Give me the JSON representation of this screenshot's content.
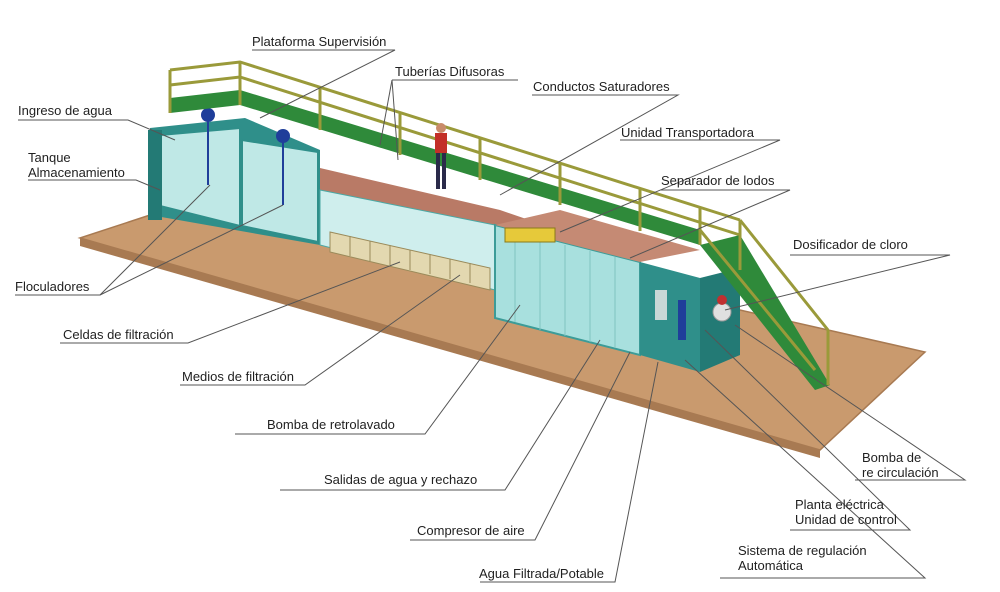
{
  "labels": {
    "plataforma": "Plataforma Supervisión",
    "tuberias": "Tuberías Difusoras",
    "ingreso": "Ingreso de agua",
    "conductos": "Conductos Saturadores",
    "tanque_1": "Tanque",
    "tanque_2": "Almacenamiento",
    "unidad_transportadora": "Unidad Transportadora",
    "separador": "Separador de lodos",
    "dosificador": "Dosificador de cloro",
    "floculadores": "Floculadores",
    "celdas": "Celdas de filtración",
    "medios": "Medios de filtración",
    "bomba_retrolavado": "Bomba de retrolavado",
    "bomba_recirculacion_1": "Bomba de",
    "bomba_recirculacion_2": "re circulación",
    "salidas": "Salidas de agua y rechazo",
    "planta_1": "Planta eléctrica",
    "planta_2": "Unidad de control",
    "compresor": "Compresor de aire",
    "sistema_1": "Sistema de regulación",
    "sistema_2": "Automática",
    "agua_filtrada": "Agua Filtrada/Potable"
  },
  "colors": {
    "floor": "#c99a6e",
    "floor_edge": "#a87a52",
    "railing": "#9a9a3a",
    "walkway": "#2f8a3a",
    "tank_wall": "#2f8f8a",
    "glass": "#bfe8e6",
    "filter_top": "#b97a66",
    "leader": "#555555"
  }
}
